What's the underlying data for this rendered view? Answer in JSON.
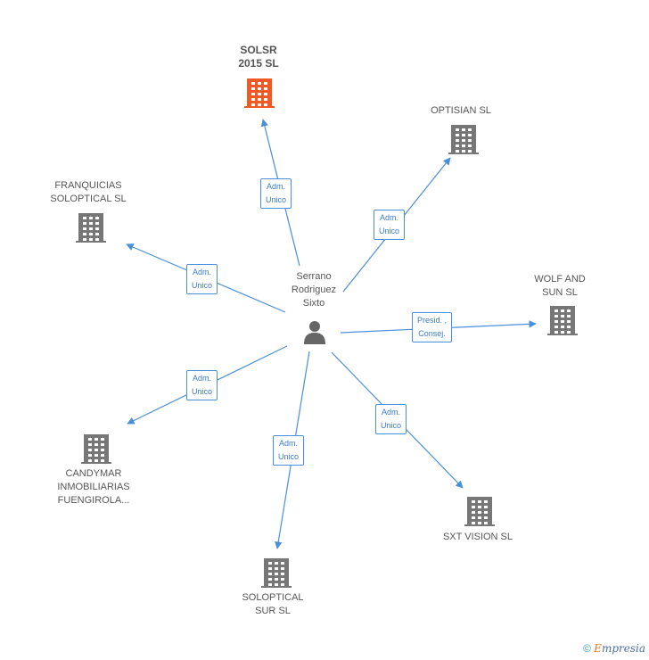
{
  "center": {
    "label": "Serrano\nRodriguez\nSixto"
  },
  "companies": [
    {
      "id": "solsr",
      "name": "SOLSR\n2015  SL",
      "highlight": true
    },
    {
      "id": "optisian",
      "name": "OPTISIAN SL",
      "highlight": false
    },
    {
      "id": "franquicias",
      "name": "FRANQUICIAS\nSOLOPTICAL SL",
      "highlight": false
    },
    {
      "id": "wolf",
      "name": "WOLF AND\nSUN  SL",
      "highlight": false
    },
    {
      "id": "candymar",
      "name": "CANDYMAR\nINMOBILIARIAS\nFUENGIROLA...",
      "highlight": false
    },
    {
      "id": "sxt",
      "name": "SXT VISION  SL",
      "highlight": false
    },
    {
      "id": "soloptical",
      "name": "SOLOPTICAL\nSUR SL",
      "highlight": false
    }
  ],
  "relations": [
    {
      "to": "solsr",
      "label": "Adm.\nUnico"
    },
    {
      "to": "optisian",
      "label": "Adm.\nUnico"
    },
    {
      "to": "franquicias",
      "label": "Adm.\nUnico"
    },
    {
      "to": "wolf",
      "label": "Presid. ,\nConsej."
    },
    {
      "to": "candymar",
      "label": "Adm.\nUnico"
    },
    {
      "to": "sxt",
      "label": "Adm.\nUnico"
    },
    {
      "to": "soloptical",
      "label": "Adm.\nUnico"
    }
  ],
  "footer": {
    "copyright": "©",
    "brand_initial": "E",
    "brand_rest": "mpresia"
  },
  "colors": {
    "edge": "#4a90d9",
    "building": "#777777",
    "building_highlight": "#f15a24"
  }
}
